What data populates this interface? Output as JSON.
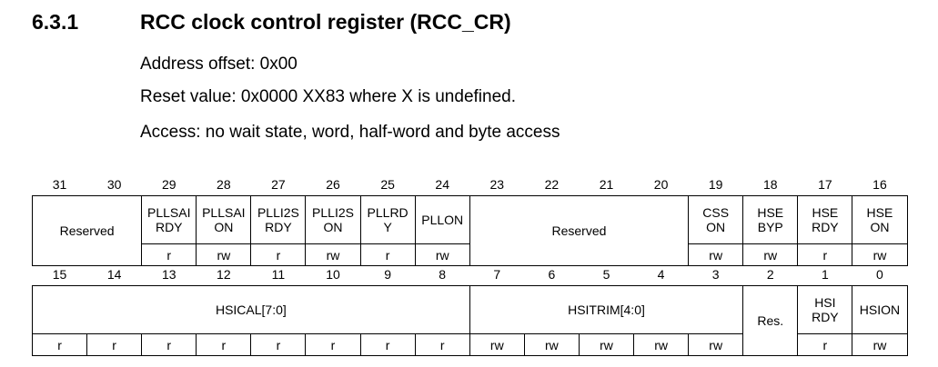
{
  "section": {
    "number": "6.3.1",
    "title": "RCC clock control register (RCC_CR)"
  },
  "paragraphs": [
    "Address offset: 0x00",
    "Reset value: 0x0000 XX83 where X is undefined.",
    "Access: no wait state, word, half-word and byte access"
  ],
  "register_high": {
    "bits": [
      "31",
      "30",
      "29",
      "28",
      "27",
      "26",
      "25",
      "24",
      "23",
      "22",
      "21",
      "20",
      "19",
      "18",
      "17",
      "16"
    ],
    "fields": [
      {
        "name": "Reserved",
        "span": 2,
        "access": null
      },
      {
        "name": "PLLSAI\nRDY",
        "span": 1,
        "access": "r"
      },
      {
        "name": "PLLSAI\nON",
        "span": 1,
        "access": "rw"
      },
      {
        "name": "PLLI2S\nRDY",
        "span": 1,
        "access": "r"
      },
      {
        "name": "PLLI2S\nON",
        "span": 1,
        "access": "rw"
      },
      {
        "name": "PLLRD\nY",
        "span": 1,
        "access": "r"
      },
      {
        "name": "PLLON",
        "span": 1,
        "access": "rw"
      },
      {
        "name": "Reserved",
        "span": 4,
        "access": null
      },
      {
        "name": "CSS\nON",
        "span": 1,
        "access": "rw"
      },
      {
        "name": "HSE\nBYP",
        "span": 1,
        "access": "rw"
      },
      {
        "name": "HSE\nRDY",
        "span": 1,
        "access": "r"
      },
      {
        "name": "HSE\nON",
        "span": 1,
        "access": "rw"
      }
    ]
  },
  "register_low": {
    "bits": [
      "15",
      "14",
      "13",
      "12",
      "11",
      "10",
      "9",
      "8",
      "7",
      "6",
      "5",
      "4",
      "3",
      "2",
      "1",
      "0"
    ],
    "fields": [
      {
        "name": "HSICAL[7:0]",
        "span": 8,
        "access": [
          "r",
          "r",
          "r",
          "r",
          "r",
          "r",
          "r",
          "r"
        ]
      },
      {
        "name": "HSITRIM[4:0]",
        "span": 5,
        "access": [
          "rw",
          "rw",
          "rw",
          "rw",
          "rw"
        ]
      },
      {
        "name": "Res.",
        "span": 1,
        "access": null
      },
      {
        "name": "HSI\nRDY",
        "span": 1,
        "access": [
          "r"
        ]
      },
      {
        "name": "HSION",
        "span": 1,
        "access": [
          "rw"
        ]
      }
    ]
  }
}
